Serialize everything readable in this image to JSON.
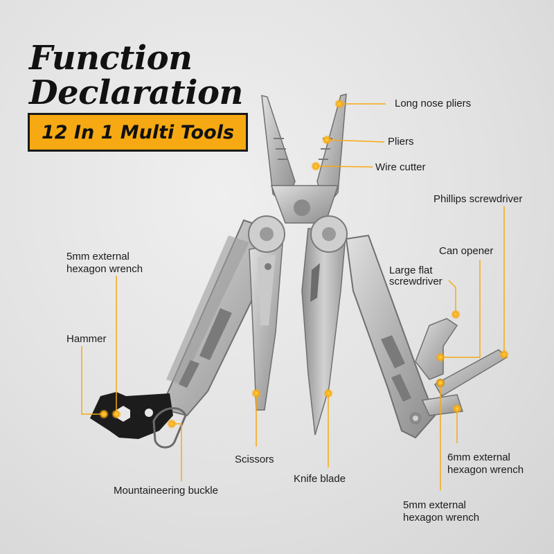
{
  "title": {
    "line1": "Function",
    "line2": "Declaration"
  },
  "badge": "12 In 1 Multi Tools",
  "labels": {
    "long_nose_pliers": "Long nose pliers",
    "pliers": "Pliers",
    "wire_cutter": "Wire cutter",
    "phillips_screwdriver": "Phillips screwdriver",
    "can_opener": "Can opener",
    "large_flat_screwdriver_1": "Large flat",
    "large_flat_screwdriver_2": "screwdriver",
    "hex_5mm_left_1": "5mm external",
    "hex_5mm_left_2": "hexagon wrench",
    "hammer": "Hammer",
    "scissors": "Scissors",
    "knife_blade": "Knife blade",
    "mountaineering_buckle": "Mountaineering buckle",
    "hex_6mm_1": "6mm external",
    "hex_6mm_2": "hexagon wrench",
    "hex_5mm_bottom_1": "5mm external",
    "hex_5mm_bottom_2": "hexagon wrench"
  },
  "colors": {
    "accent": "#f6a912",
    "steel": "#a9a9a9",
    "steel_light": "#cfcfcf",
    "steel_dark": "#6f6f6f",
    "black_part": "#1c1c1c",
    "leader": "#f6a912"
  }
}
